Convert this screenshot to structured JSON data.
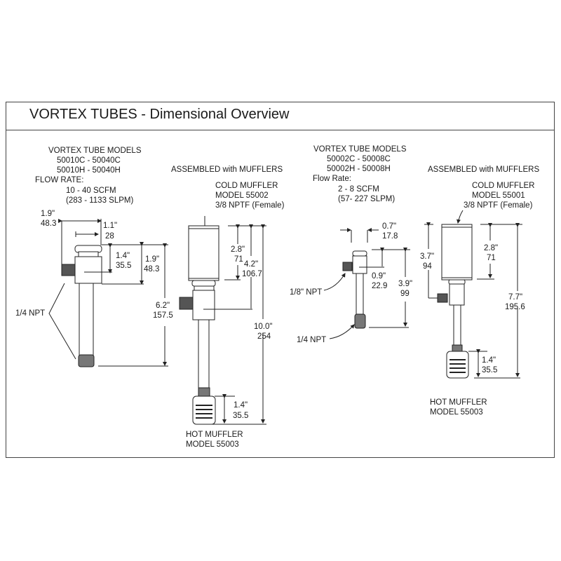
{
  "title": "VORTEX TUBES - Dimensional Overview",
  "large_models": {
    "header": "VORTEX TUBE MODELS",
    "range_cold": "50010C  -  50040C",
    "range_hot": "50010H  -  50040H",
    "flow_label": "FLOW RATE:",
    "flow_scfm": "10 - 40 SCFM",
    "flow_slpm": "(283 - 1133 SLPM)",
    "dims": {
      "width_total_in": "1.9\"",
      "width_total_mm": "48.3",
      "width_body_in": "1.1\"",
      "width_body_mm": "28",
      "cold_port_in": "1.4\"",
      "cold_port_mm": "35.5",
      "body_height_in": "1.9\"",
      "body_height_mm": "48.3",
      "tube_length_in": "6.2\"",
      "tube_length_mm": "157.5"
    },
    "port_label": "1/4 NPT"
  },
  "large_assembled": {
    "header": "ASSEMBLED with MUFFLERS",
    "cold_muffler": "COLD MUFFLER",
    "cold_model": "MODEL  55002",
    "cold_thread": "3/8 NPTF (Female)",
    "dims": {
      "cold_muffler_in": "2.8\"",
      "cold_muffler_mm": "71",
      "to_port_in": "4.2\"",
      "to_port_mm": "106.7",
      "overall_in": "10.0\"",
      "overall_mm": "254",
      "hot_muffler_in": "1.4\"",
      "hot_muffler_mm": "35.5"
    },
    "hot_muffler": "HOT MUFFLER",
    "hot_model": "MODEL  55003"
  },
  "small_models": {
    "header": "VORTEX TUBE MODELS",
    "range_cold": "50002C  -  50008C",
    "range_hot": "50002H  -  50008H",
    "flow_label": "Flow Rate:",
    "flow_scfm": "2 - 8 SCFM",
    "flow_slpm": "(57- 227 SLPM)",
    "dims": {
      "width_in": "0.7\"",
      "width_mm": "17.8",
      "cold_port_in": "0.9\"",
      "cold_port_mm": "22.9",
      "overall_in": "3.9\"",
      "overall_mm": "99"
    },
    "port_label_small": "1/8\" NPT",
    "port_label": "1/4 NPT"
  },
  "small_assembled": {
    "header": "ASSEMBLED with MUFFLERS",
    "cold_muffler": "COLD MUFFLER",
    "cold_model": "MODEL  55001",
    "cold_thread": "3/8 NPTF (Female)",
    "dims": {
      "to_port_in": "3.7\"",
      "to_port_mm": "94",
      "cold_muffler_in": "2.8\"",
      "cold_muffler_mm": "71",
      "overall_in": "7.7\"",
      "overall_mm": "195.6",
      "hot_muffler_in": "1.4\"",
      "hot_muffler_mm": "35.5"
    },
    "hot_muffler": "HOT MUFFLER",
    "hot_model": "MODEL  55003"
  }
}
